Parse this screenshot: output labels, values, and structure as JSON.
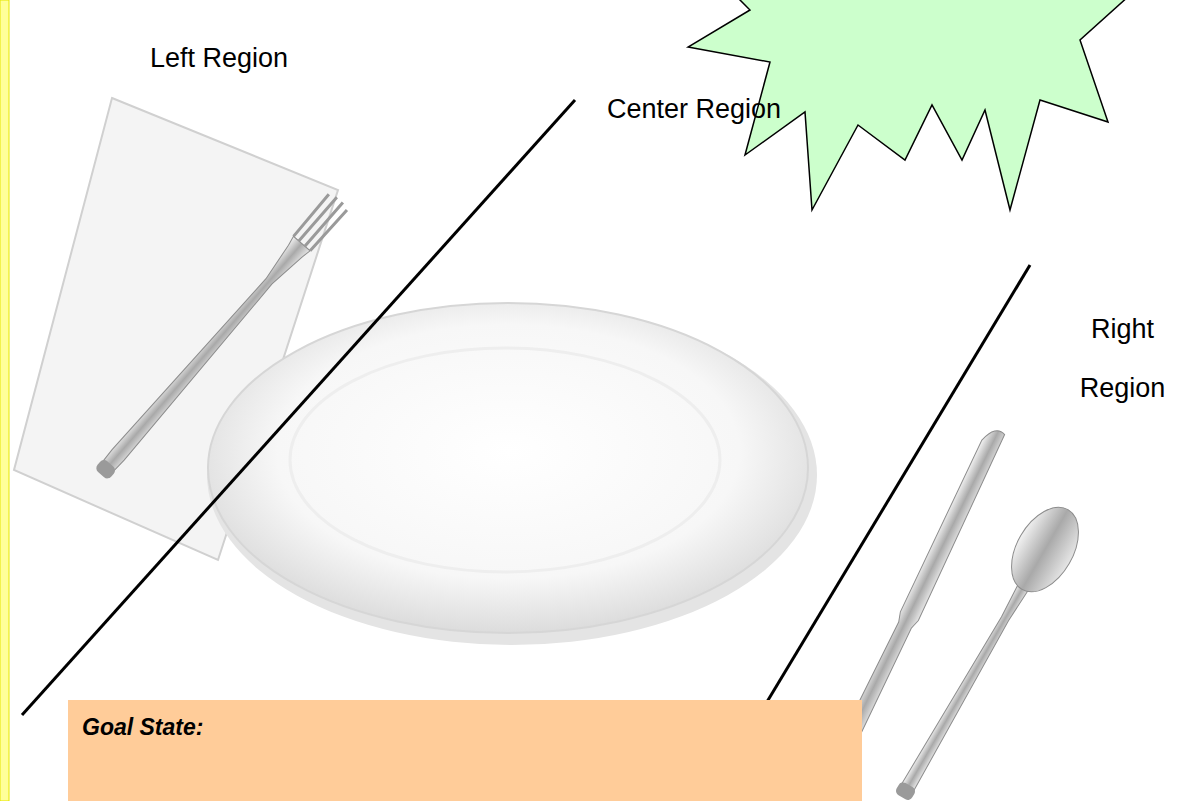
{
  "diagram": {
    "nodes": [
      {
        "text": [
          "Goal State:"
        ]
      }
    ],
    "labels": [
      "Left Region",
      "Center Region",
      "Right Region"
    ]
  }
}
